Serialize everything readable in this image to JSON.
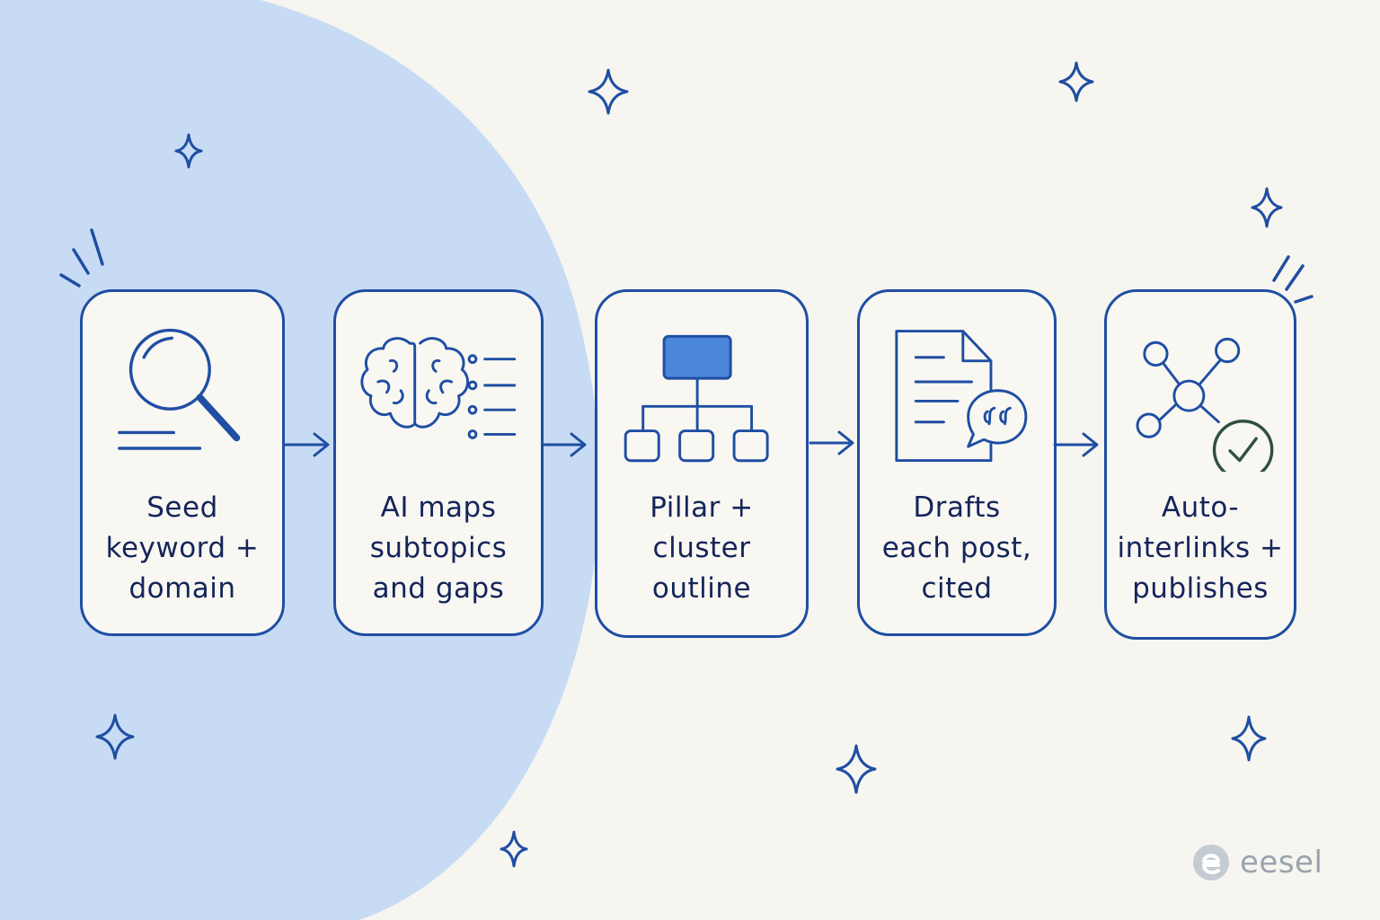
{
  "steps": [
    {
      "label": "Seed\nkeyword +\ndomain",
      "icon": "magnifier-icon"
    },
    {
      "label": "AI maps\nsubtopics\nand gaps",
      "icon": "brain-list-icon"
    },
    {
      "label": "Pillar +\ncluster\noutline",
      "icon": "hierarchy-icon"
    },
    {
      "label": "Drafts\neach post,\ncited",
      "icon": "document-quote-icon"
    },
    {
      "label": "Auto-\ninterlinks +\npublishes",
      "icon": "network-check-icon"
    }
  ],
  "logo": {
    "text": "eesel"
  },
  "colors": {
    "stroke": "#1f4ea3",
    "text": "#15245a",
    "accent_fill": "#4a86d9",
    "background": "#f6f5f0",
    "blob": "#c7dcf4",
    "check": "#2f4f45",
    "logo": "#9aa3ad"
  }
}
